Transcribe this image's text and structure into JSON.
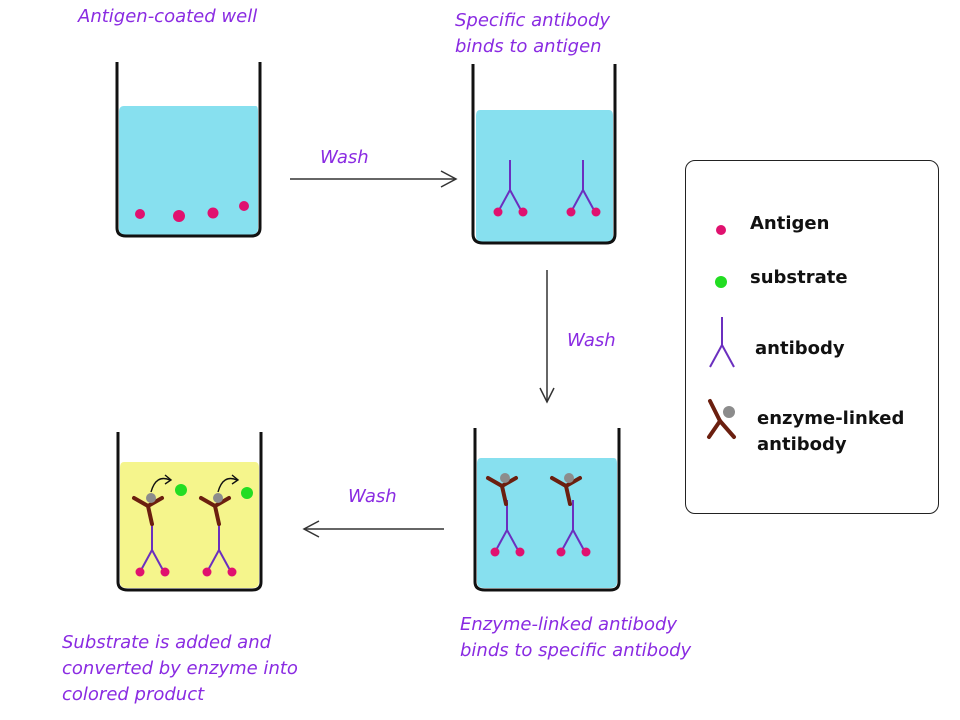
{
  "captions": {
    "well1": "Antigen-coated well",
    "well2_line1": "Specific antibody",
    "well2_line2": "binds to antigen",
    "well3_line1": "Enzyme-linked antibody",
    "well3_line2": "binds to specific antibody",
    "well4_line1": "Substrate is added and",
    "well4_line2": "converted by enzyme into",
    "well4_line3": "colored product"
  },
  "wash_labels": {
    "step1": "Wash",
    "step2": "Wash",
    "step3": "Wash"
  },
  "legend": {
    "antigen": "Antigen",
    "substrate": "substrate",
    "antibody": "antibody",
    "enzyme_linked_line1": "enzyme-linked",
    "enzyme_linked_line2": "antibody"
  },
  "colors": {
    "caption_text": "#8a2be2",
    "liquid_blue": "#87e0ef",
    "liquid_yellow": "#f5f58c",
    "antigen": "#e0116f",
    "substrate": "#22dd22",
    "antibody": "#6b2fbf",
    "enzyme_antibody": "#6b1f0f",
    "enzyme": "#8c8c8c"
  }
}
